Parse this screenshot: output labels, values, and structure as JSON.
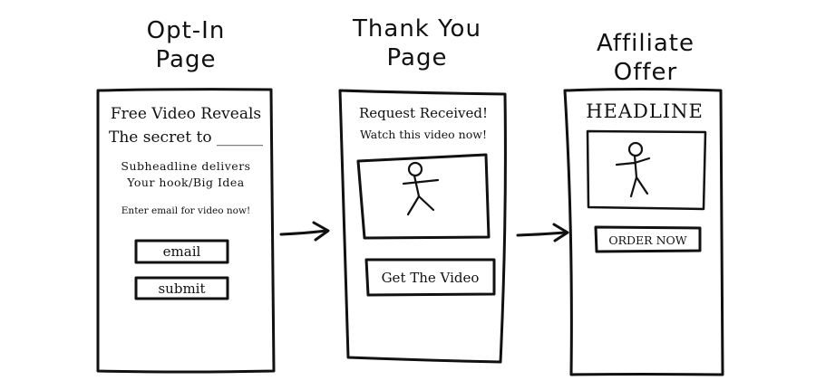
{
  "panels": [
    {
      "title_lines": [
        "Opt-In",
        "Page"
      ],
      "headline": "Free Video Reveals",
      "headline2": "The secret to ______",
      "sub1": "Subheadline delivers",
      "sub2": "Your hook/Big Idea",
      "prompt": "Enter email for video now!",
      "email_label": "email",
      "submit_label": "submit"
    },
    {
      "title_lines": [
        "Thank You",
        "Page"
      ],
      "line1": "Request Received!",
      "line2": "Watch this video now!",
      "button_label": "Get The Video"
    },
    {
      "title_lines": [
        "Affiliate",
        "Offer"
      ],
      "headline": "HEADLINE",
      "button_label": "ORDER NOW"
    }
  ],
  "icons": [
    "stick-figure-icon",
    "arrow-right-icon"
  ]
}
